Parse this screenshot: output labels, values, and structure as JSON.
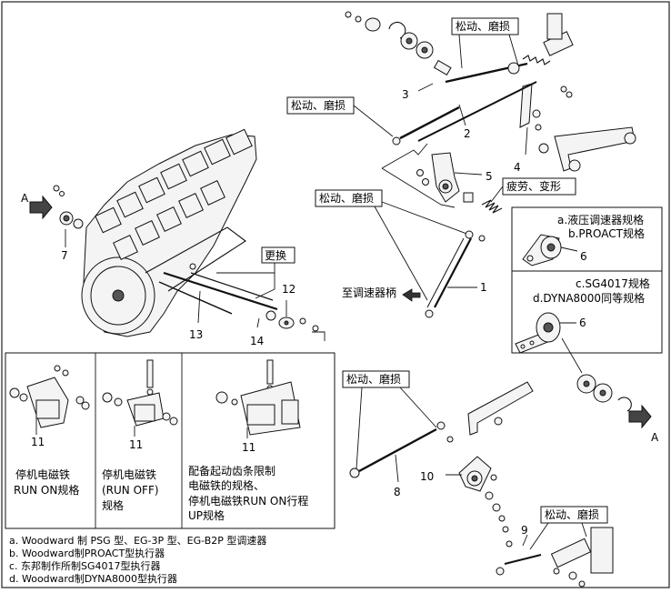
{
  "labels": {
    "loose_wear": "松动、磨损",
    "replace": "更换",
    "fatigue_deform": "疲劳、变形",
    "to_governor_handle": "至调速器柄",
    "arrow_a": "A"
  },
  "part_numbers": {
    "p1": "1",
    "p2": "2",
    "p3": "3",
    "p4": "4",
    "p5": "5",
    "p6": "6",
    "p7": "7",
    "p8": "8",
    "p9": "9",
    "p10": "10",
    "p11": "11",
    "p12": "12",
    "p13": "13",
    "p14": "14"
  },
  "spec_box_ab": {
    "line1": "a.液压调速器规格",
    "line2": "b.PROACT规格"
  },
  "spec_box_cd": {
    "line1": "c.SG4017规格",
    "line2": "d.DYNA8000同等规格"
  },
  "solenoid_panels": [
    {
      "line1": "停机电磁铁",
      "line2": "RUN ON规格",
      "line3": ""
    },
    {
      "line1": "停机电磁铁",
      "line2": "(RUN OFF)",
      "line3": "规格"
    },
    {
      "line1": "配备起动齿条限制",
      "line2": "电磁铁的规格、",
      "line3": "停机电磁铁RUN ON行程",
      "line4": "UP规格"
    }
  ],
  "legend": [
    "a. Woodward 制 PSG 型、EG-3P 型、EG-B2P 型调速器",
    "b. Woodward制PROACT型执行器",
    "c. 东邦制作所制SG4017型执行器",
    "d. Woodward制DYNA8000型执行器"
  ]
}
